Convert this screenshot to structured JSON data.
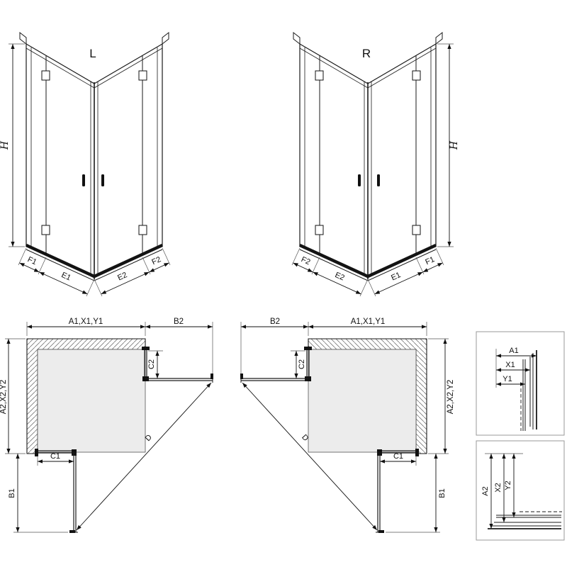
{
  "drawing": {
    "perspective_left": {
      "variant_label": "L",
      "dim_height": "H",
      "dim_fixed_left": "F1",
      "dim_door_left": "E1",
      "dim_door_right": "E2",
      "dim_fixed_right": "F2"
    },
    "perspective_right": {
      "variant_label": "R",
      "dim_height": "H",
      "dim_fixed_left": "F2",
      "dim_door_left": "E2",
      "dim_door_right": "E1",
      "dim_fixed_right": "F1"
    },
    "plan_left": {
      "dim_width_top": "A1,X1,Y1",
      "dim_door_extension_top": "B2",
      "dim_fixed_top": "C2",
      "dim_depth_side": "A2,X2,Y2",
      "dim_fixed_bottom": "C1",
      "dim_door_extension_side": "B1",
      "dim_diagonal": "D"
    },
    "plan_right": {
      "dim_width_top": "A1,X1,Y1",
      "dim_door_extension_top": "B2",
      "dim_fixed_top": "C2",
      "dim_depth_side": "A2,X2,Y2",
      "dim_fixed_bottom": "C1",
      "dim_door_extension_side": "B1",
      "dim_diagonal": "D"
    },
    "detail_wall_profile": {
      "dim_a": "A1",
      "dim_x": "X1",
      "dim_y": "Y1"
    },
    "detail_bottom_profile": {
      "dim_a": "A2",
      "dim_x": "X2",
      "dim_y": "Y2"
    },
    "colors": {
      "line": "#1a1a1a",
      "tray_fill": "#ececec",
      "hatch": "#777777"
    }
  }
}
